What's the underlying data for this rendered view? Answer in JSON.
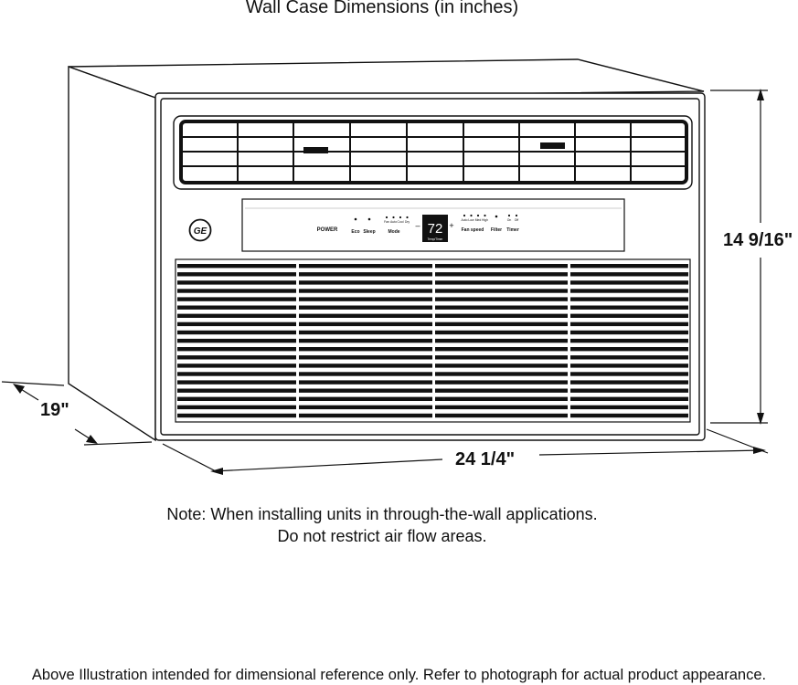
{
  "title": "Wall Case Dimensions (in inches)",
  "dimensions": {
    "depth": "19\"",
    "width": "24 1/4\"",
    "height": "14 9/16\""
  },
  "note": {
    "line1": "Note: When installing units in through-the-wall applications.",
    "line2": "Do not restrict air flow areas."
  },
  "disclaimer": "Above Illustration intended for dimensional reference only. Refer to photograph for actual product appearance.",
  "control_panel": {
    "logo": "GE",
    "power": "POWER",
    "eco": "Eco",
    "sleep": "Sleep",
    "mode": "Mode",
    "mode_options": [
      "Fan",
      "Auto",
      "Cool",
      "Dry"
    ],
    "display_value": "72",
    "display_caption": "Temp/Timer",
    "minus": "–",
    "plus": "+",
    "fan_speed": "Fan speed",
    "fan_speed_options": [
      "Auto",
      "Low",
      "Med",
      "High"
    ],
    "filter": "Filter",
    "timer": "Timer",
    "timer_options": [
      "On",
      "Off"
    ]
  },
  "colors": {
    "line": "#111111",
    "display_bg": "#111111",
    "display_text": "#ffffff"
  }
}
